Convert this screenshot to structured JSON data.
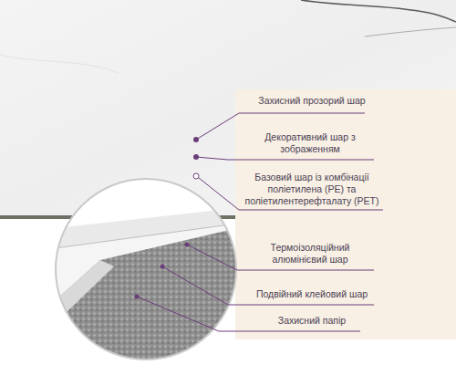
{
  "diagram": {
    "labels": [
      "Захисний прозорий шар",
      "Декоративний шар з зображенням",
      "Базовий шар із комбінації поліетилена (PE) та поліетилентерефталату (PET)",
      "Термоізоляційний алюмінієвий шар",
      "Подвійний клейовий шар",
      "Захисний папір"
    ]
  }
}
